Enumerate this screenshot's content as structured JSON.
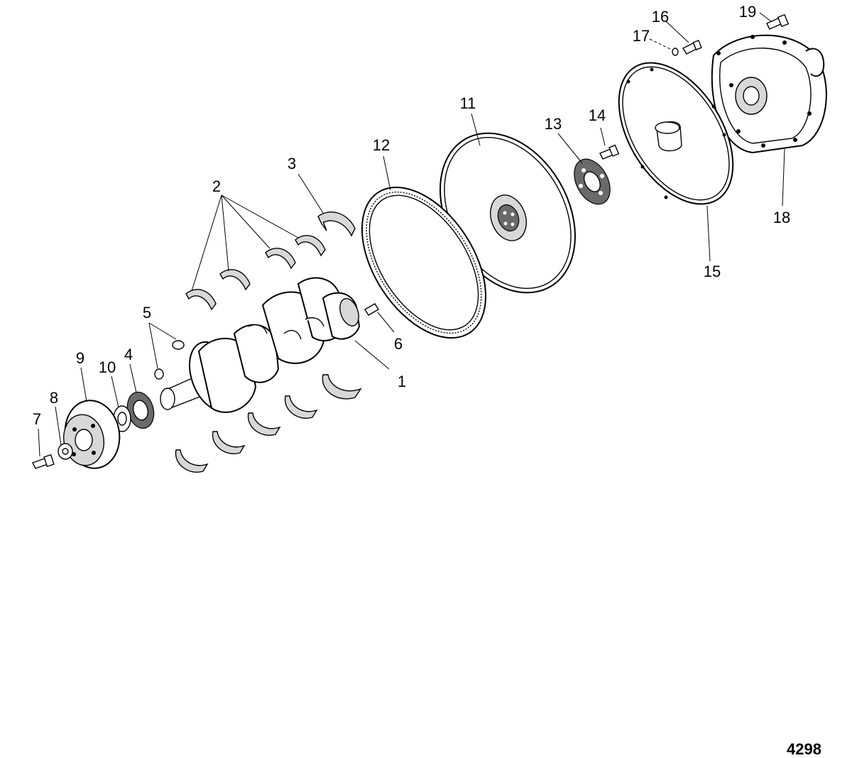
{
  "figure_number": "4298",
  "callouts": {
    "c1": "1",
    "c2": "2",
    "c3": "3",
    "c4": "4",
    "c5": "5",
    "c6": "6",
    "c7": "7",
    "c8": "8",
    "c9": "9",
    "c10": "10",
    "c11": "11",
    "c12": "12",
    "c13": "13",
    "c14": "14",
    "c15": "15",
    "c16": "16",
    "c17": "17",
    "c18": "18",
    "c19": "19"
  }
}
